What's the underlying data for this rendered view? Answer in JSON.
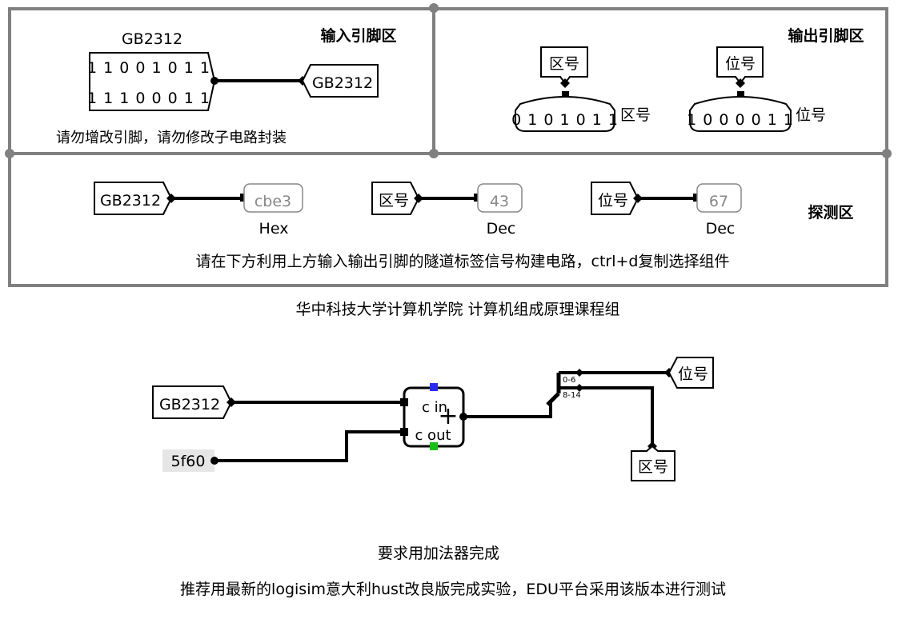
{
  "input_pin_area": {
    "title": "输入引脚区",
    "pin_label": "GB2312",
    "bits_row1": "1 1 0 0 1 0 1 1",
    "bits_row2": "1 1 1 0 0 0 1 1",
    "tunnel": "GB2312",
    "note": "请勿增改引脚，请勿修改子电路封装"
  },
  "output_pin_area": {
    "title": "输出引脚区",
    "zone_tunnel": "区号",
    "zone_bits": "0 1 0 1 0 1 1",
    "zone_label": "区号",
    "pos_tunnel": "位号",
    "pos_bits": "1 0 0 0 0 1 1",
    "pos_label": "位号"
  },
  "probe_area": {
    "title": "探测区",
    "probes": [
      {
        "tunnel": "GB2312",
        "value": "cbe3",
        "radix": "Hex"
      },
      {
        "tunnel": "区号",
        "value": "43",
        "radix": "Dec"
      },
      {
        "tunnel": "位号",
        "value": "67",
        "radix": "Dec"
      }
    ],
    "instruction": "请在下方利用上方输入输出引脚的隧道标签信号构建电路，ctrl+d复制选择组件"
  },
  "credit": "华中科技大学计算机学院 计算机组成原理课程组",
  "circuit": {
    "input_tunnel": "GB2312",
    "constant": "5f60",
    "adder_cin": "c in",
    "adder_cout": "c out",
    "adder_symbol": "+",
    "splitter_top": "0-6",
    "splitter_bottom": "8-14",
    "out_pos_tunnel": "位号",
    "out_zone_tunnel": "区号"
  },
  "requirement": "要求用加法器完成",
  "recommendation": "推荐用最新的logisim意大利hust改良版完成实验，EDU平台采用该版本进行测试",
  "colors": {
    "frame": "#808080",
    "carry_in_port": "#2b2bf0",
    "carry_out_port": "#16c016",
    "constant_bg": "#e6e6e6",
    "probe_text": "#888888"
  }
}
